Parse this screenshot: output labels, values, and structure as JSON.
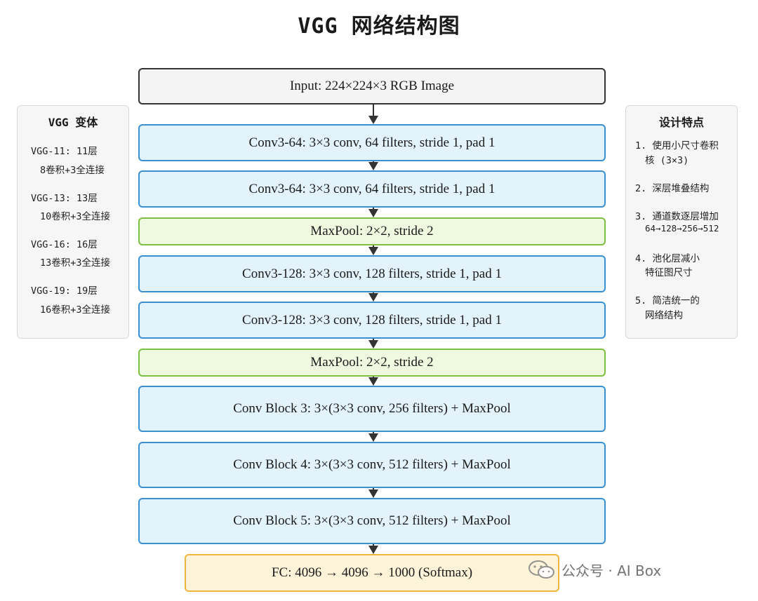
{
  "title": "VGG 网络结构图",
  "layers": [
    {
      "label": "Input: 224×224×3 RGB Image",
      "kind": "input"
    },
    {
      "label": "Conv3-64: 3×3 conv, 64 filters, stride 1, pad 1",
      "kind": "conv"
    },
    {
      "label": "Conv3-64: 3×3 conv, 64 filters, stride 1, pad 1",
      "kind": "conv"
    },
    {
      "label": "MaxPool: 2×2, stride 2",
      "kind": "pool"
    },
    {
      "label": "Conv3-128: 3×3 conv, 128 filters, stride 1, pad 1",
      "kind": "conv"
    },
    {
      "label": "Conv3-128: 3×3 conv, 128 filters, stride 1, pad 1",
      "kind": "conv"
    },
    {
      "label": "MaxPool: 2×2, stride 2",
      "kind": "pool"
    },
    {
      "label": "Conv Block 3: 3×(3×3 conv, 256 filters) + MaxPool",
      "kind": "conv"
    },
    {
      "label": "Conv Block 4: 3×(3×3 conv, 512 filters) + MaxPool",
      "kind": "conv"
    },
    {
      "label": "Conv Block 5: 3×(3×3 conv, 512 filters) + MaxPool",
      "kind": "conv"
    },
    {
      "label": "FC: 4096 → 4096 → 1000 (Softmax)",
      "kind": "fc"
    }
  ],
  "variants_panel": {
    "title": "VGG 变体",
    "items": [
      {
        "name": "VGG-11: 11层",
        "detail": "8卷积+3全连接"
      },
      {
        "name": "VGG-13: 13层",
        "detail": "10卷积+3全连接"
      },
      {
        "name": "VGG-16: 16层",
        "detail": "13卷积+3全连接"
      },
      {
        "name": "VGG-19: 19层",
        "detail": "16卷积+3全连接"
      }
    ]
  },
  "features_panel": {
    "title": "设计特点",
    "items": [
      {
        "line1": "1. 使用小尺寸卷积",
        "line2": "核 (3×3)"
      },
      {
        "line1": "2. 深层堆叠结构",
        "line2": ""
      },
      {
        "line1": "3. 通道数逐层增加",
        "line2": "64→128→256→512"
      },
      {
        "line1": "4. 池化层减小",
        "line2": "特征图尺寸"
      },
      {
        "line1": "5. 简洁统一的",
        "line2": "网络结构"
      }
    ]
  },
  "watermark": {
    "text": "公众号 · AI Box",
    "icon": "wechat-icon"
  },
  "colors": {
    "conv_fill": "#e3f3fc",
    "conv_border": "#3a8fd0",
    "pool_fill": "#eef9e0",
    "pool_border": "#7cbf43",
    "input_fill": "#f4f4f4",
    "input_border": "#333333",
    "fc_fill": "#fdf3d8",
    "fc_border": "#f0b43c"
  }
}
